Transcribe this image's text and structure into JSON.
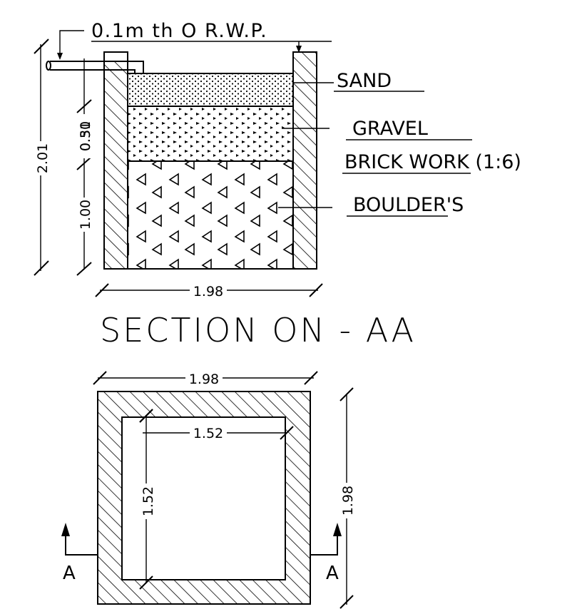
{
  "section": {
    "title": "SECTION ON - AA",
    "pipe_label": "0.1m th O R.W.P.",
    "labels": {
      "sand": "SAND",
      "gravel": "GRAVEL",
      "brick_work": "BRICK WORK (1:6)",
      "boulders": "BOULDER'S"
    },
    "dims": {
      "total_height": "2.01",
      "overlapped_small": "0.30",
      "overlapped_small_2": "0.51",
      "boulder_height": "1.00",
      "outer_width": "1.98"
    }
  },
  "plan": {
    "dims": {
      "outer_width": "1.98",
      "inner_width": "1.52",
      "inner_height": "1.52",
      "outer_height": "1.98"
    },
    "section_marks": {
      "left": "A",
      "right": "A"
    }
  }
}
